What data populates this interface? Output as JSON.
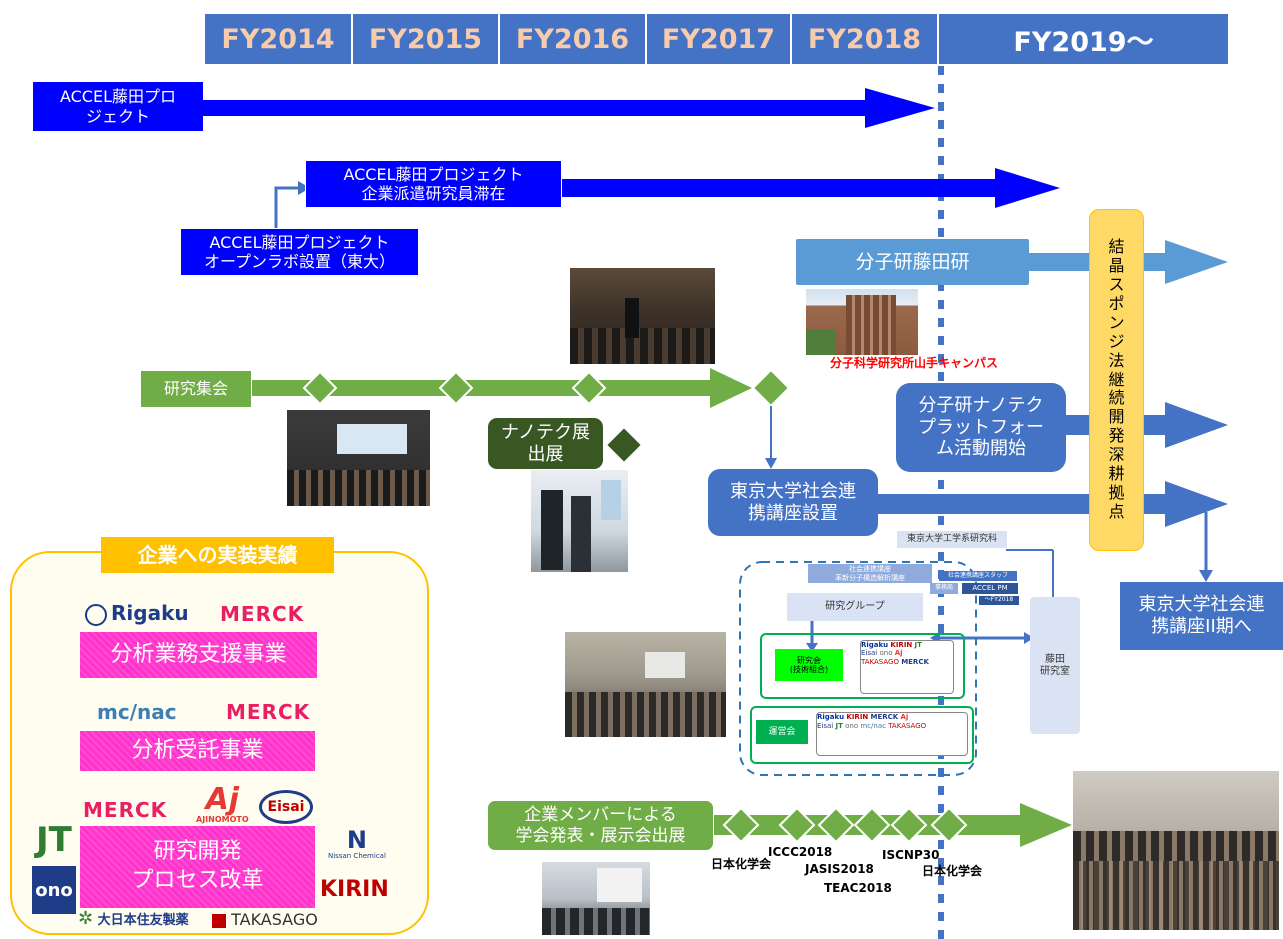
{
  "timeline": {
    "years": [
      "FY2014",
      "FY2015",
      "FY2016",
      "FY2017",
      "FY2018",
      "FY2019〜"
    ]
  },
  "projects": {
    "accel_fujita": "ACCEL藤田プロ\nジェクト",
    "accel_dispatch": "ACCEL藤田プロジェクト\n企業派遣研究員滞在",
    "accel_openlab": "ACCEL藤田プロジェクト\nオープンラボ設置（東大）",
    "ims_fujita": "分子研藤田研",
    "ims_campus_caption": "分子科学研究所山手キャンパス",
    "ims_nanotech": "分子研ナノテク\nプラットフォー\nム活動開始",
    "sponge_base": "結\n晶\nス\nポ\nン\nジ\n法\n継\n続\n開\n発\n深\n耕\n拠\n点",
    "ut_course": "東京大学社会連\n携講座設置",
    "ut_course2": "東京大学社会連\n携講座II期へ"
  },
  "events": {
    "meeting": "研究集会",
    "nanotech_expo": "ナノテク展\n出展",
    "member_presentations": "企業メンバーによる\n学会発表・展示会出展",
    "conference_labels": [
      "日本化学会",
      "ICCC2018",
      "JASIS2018",
      "TEAC2018",
      "ISCNP30",
      "日本化学会"
    ]
  },
  "org": {
    "faculty": "東京大学工学系研究科",
    "course": "社会連携講座\n革新分子構造解析講座",
    "staff": "社会連携講座スタッフ",
    "office": "事務局",
    "accel_pm": "ACCEL PM",
    "until": "〜FY2018",
    "research_group": "研究グループ",
    "lab": "藤田\n研究室",
    "study_group": "研究会\n(技術組合)",
    "steering": "運営会"
  },
  "companies_panel": {
    "title": "企業への実装実績",
    "logos": {
      "rigaku": "Rigaku",
      "merck": "MERCK",
      "mcnac": "mc/nac",
      "ajinomoto": "AJINOMOTO",
      "aj": "Aj",
      "eisai": "Eisai",
      "jt": "JT",
      "nissan": "Nissan Chemical",
      "ono": "ono",
      "kirin": "KIRIN",
      "sumitomo": "大日本住友製薬",
      "takasago": "TAKASAGO"
    },
    "programs": [
      "分析業務支援事業",
      "分析受託事業",
      "研究開発\nプロセス改革"
    ]
  },
  "colors": {
    "header": "#4472c4",
    "past_year_text": "#f8cbad",
    "accel": "#0000ff",
    "green": "#70ad47",
    "panel_border": "#ffc000",
    "pill": "#ff33cc"
  }
}
